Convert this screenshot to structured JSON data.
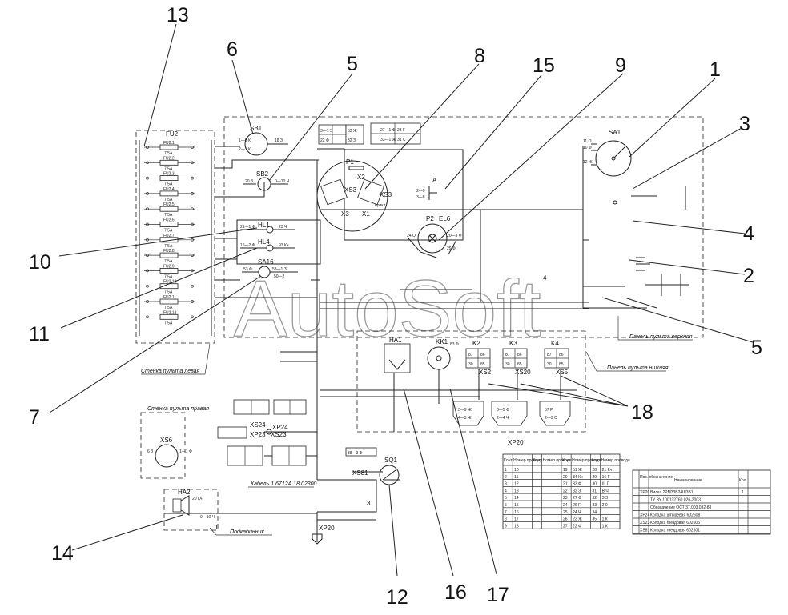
{
  "callouts": [
    "13",
    "6",
    "5",
    "8",
    "15",
    "9",
    "1",
    "3",
    "4",
    "2",
    "10",
    "11",
    "7",
    "5",
    "18",
    "14",
    "12",
    "16",
    "17"
  ],
  "components": {
    "fu2": "FU2",
    "sb1": "SB1",
    "sb2": "SB2",
    "sa1": "SA1",
    "hl1": "HL1",
    "hl4": "HL4",
    "sa16": "SA16",
    "p1": "P1",
    "p2": "P2",
    "el6": "EL6",
    "xs3": "XS3",
    "x2": "X2",
    "x3": "X3",
    "x1": "X1",
    "ha1": "HA1",
    "kk1": "KK1",
    "k2": "K2",
    "k3": "K3",
    "k4": "K4",
    "xs2": "XS2",
    "xs20": "XS20",
    "xs5": "XS5",
    "xs24": "XS24",
    "xp24": "XP24",
    "xp23": "XP23",
    "xs23": "XS23",
    "xs6": "XS6",
    "ha2": "HA2",
    "xs81": "XS81",
    "sq1": "SQ1",
    "xp20": "XP20",
    "a": "A"
  },
  "fuses": [
    "FU2.1",
    "FU2.2",
    "FU2.3",
    "FU2.4",
    "FU2.5",
    "FU2.6",
    "FU2.7",
    "FU2.8",
    "FU2.9",
    "FU2.10",
    "FU2.11",
    "FU2.12"
  ],
  "fuse_ratings": [
    "7,5A",
    "7,5A",
    "7,5A",
    "7,5A",
    "7,5A",
    "7,5A",
    "7,5A",
    "7,5A",
    "7,5A",
    "7,5A",
    "7,5A",
    "7,5A"
  ],
  "labels": {
    "left_wall": "Стенка пульта левая",
    "right_wall": "Стенка пульта правая",
    "upper_panel": "Панель пульта верхняя",
    "lower_panel": "Панель пульта нижняя",
    "cable": "Кабель 1 6712А.18.02300",
    "undercab": "Подкабинник",
    "wire3": "3",
    "wire4": "4",
    "wire1": "1",
    "watermark": "AutoSoft"
  },
  "xp20_table": {
    "title": "XP20",
    "headers": [
      "Конт.",
      "Номер провода",
      "Конт.",
      "Номер провода",
      "Конт.",
      "Номер провода",
      "Конт.",
      "Номер провода"
    ],
    "rows": [
      [
        "1",
        "10",
        "",
        "",
        "19",
        "51 Ж",
        "28",
        "21 Кч"
      ],
      [
        "2",
        "11",
        "",
        "",
        "20",
        "34 Кч",
        "29",
        "16 Г"
      ],
      [
        "3",
        "12",
        "",
        "",
        "21",
        "33 Ф",
        "30",
        "Ш Г"
      ],
      [
        "4",
        "13",
        "",
        "",
        "22",
        "32 З",
        "31",
        "В Ч"
      ],
      [
        "5",
        "14",
        "",
        "",
        "23",
        "27 Ф",
        "32",
        "З З"
      ],
      [
        "6",
        "15",
        "",
        "",
        "24",
        "26 Г",
        "33",
        "2 0"
      ],
      [
        "7",
        "16",
        "",
        "",
        "25",
        "24 Ч",
        "34",
        ""
      ],
      [
        "8",
        "17",
        "",
        "",
        "26",
        "23 Ж",
        "35",
        "1 К"
      ],
      [
        "9",
        "18",
        "",
        "",
        "27",
        "22 Ф",
        "",
        "1 К"
      ]
    ]
  },
  "spec_table": {
    "headers": [
      "Поз. обозначение",
      "Наименование",
      "Кол."
    ],
    "rows": [
      [
        "ХР20",
        "Вилка 2РМ33Б24Ш3В1",
        "1"
      ],
      [
        "",
        "ТУ ВУ 100132760.026-2003",
        ""
      ],
      [
        "",
        "Обозначение ОСТ 37.003.032-88",
        ""
      ],
      [
        "ХР24",
        "Колодка штыревая 602608",
        ""
      ],
      [
        "ХS23",
        "Колодка гнездовая 602605",
        ""
      ],
      [
        "ХS81",
        "Колодка гнездовая 602601",
        ""
      ]
    ]
  }
}
